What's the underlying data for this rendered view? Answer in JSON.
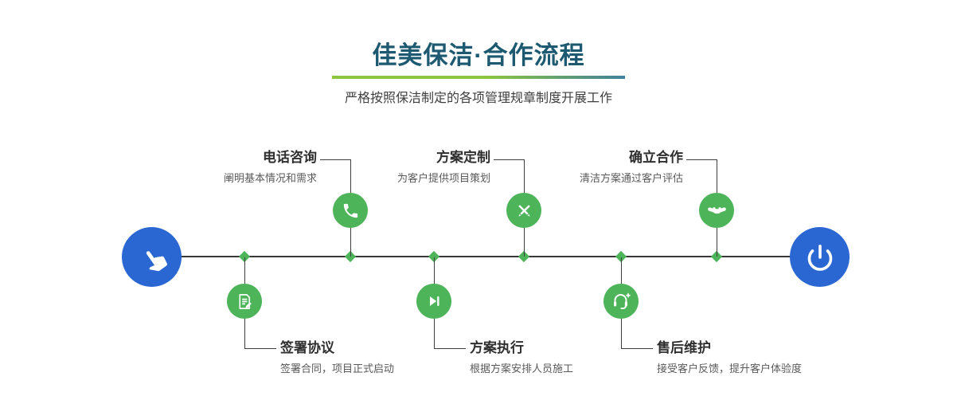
{
  "header": {
    "title": "佳美保洁·合作流程",
    "subtitle": "严格按照保洁制定的各项管理规章制度开展工作"
  },
  "steps_top": [
    {
      "title": "电话咨询",
      "desc": "阐明基本情况和需求",
      "icon": "phone-icon"
    },
    {
      "title": "方案定制",
      "desc": "为客户提供项目策划",
      "icon": "pencil-tools-icon"
    },
    {
      "title": "确立合作",
      "desc": "清洁方案通过客户评估",
      "icon": "handshake-icon"
    }
  ],
  "steps_bottom": [
    {
      "title": "签署协议",
      "desc": "签署合同，项目正式启动",
      "icon": "contract-document-icon"
    },
    {
      "title": "方案执行",
      "desc": "根据方案安排人员施工",
      "icon": "play-execute-icon"
    },
    {
      "title": "售后维护",
      "desc": "接受客户反馈，提升客户体验度",
      "icon": "headset-support-icon"
    }
  ],
  "endpoints": {
    "start_icon": "pointing-hand-icon",
    "end_icon": "power-icon"
  },
  "colors": {
    "title": "#1d5a72",
    "green": "#4db45a",
    "blue": "#2a67d3",
    "divider_green": "#8cc63e",
    "divider_blue": "#41809c",
    "line": "#3f3f3f"
  }
}
